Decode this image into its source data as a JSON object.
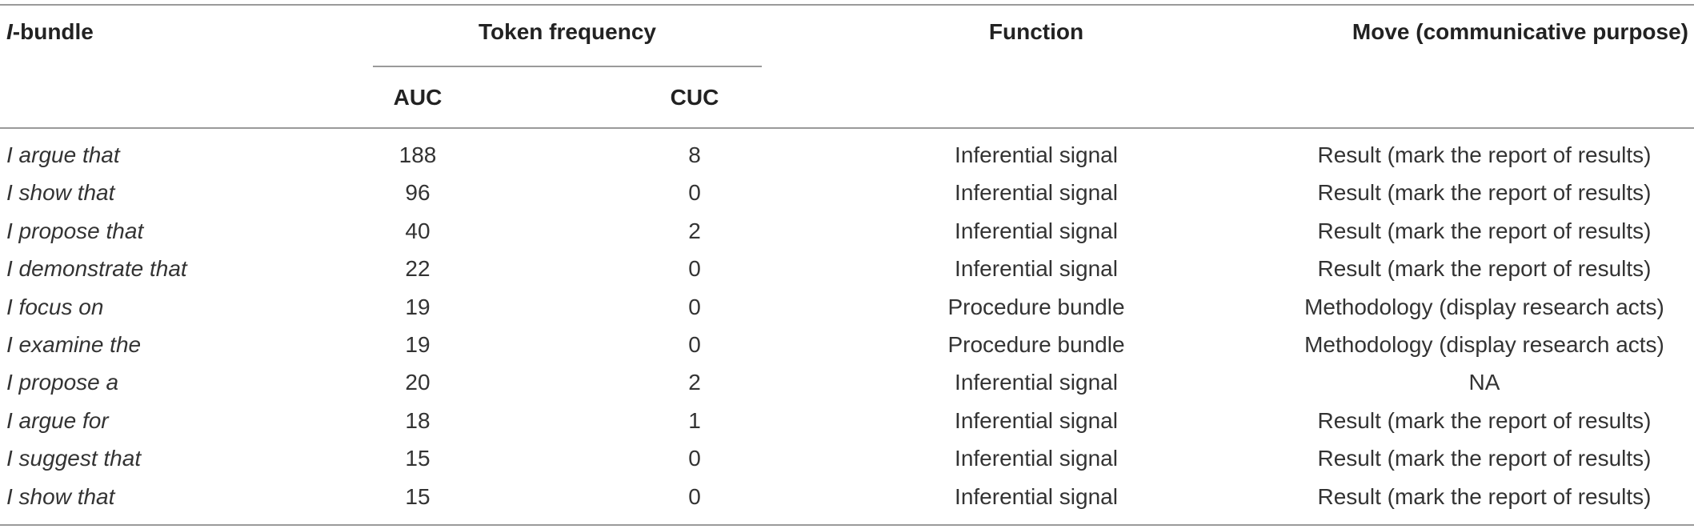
{
  "header": {
    "bundle_italic": "I",
    "bundle_rest": "-bundle",
    "token_frequency": "Token frequency",
    "auc": "AUC",
    "cuc": "CUC",
    "function": "Function",
    "move": "Move (communicative purpose)"
  },
  "rows": [
    {
      "bundle": "I argue that",
      "auc": "188",
      "cuc": "8",
      "function": "Inferential signal",
      "move": "Result (mark the report of results)"
    },
    {
      "bundle": "I show that",
      "auc": "96",
      "cuc": "0",
      "function": "Inferential signal",
      "move": "Result (mark the report of results)"
    },
    {
      "bundle": "I propose that",
      "auc": "40",
      "cuc": "2",
      "function": "Inferential signal",
      "move": "Result (mark the report of results)"
    },
    {
      "bundle": "I demonstrate that",
      "auc": "22",
      "cuc": "0",
      "function": "Inferential signal",
      "move": "Result (mark the report of results)"
    },
    {
      "bundle": "I focus on",
      "auc": "19",
      "cuc": "0",
      "function": "Procedure bundle",
      "move": "Methodology (display research acts)"
    },
    {
      "bundle": "I examine the",
      "auc": "19",
      "cuc": "0",
      "function": "Procedure bundle",
      "move": "Methodology (display research acts)"
    },
    {
      "bundle": "I propose a",
      "auc": "20",
      "cuc": "2",
      "function": "Inferential signal",
      "move": "NA"
    },
    {
      "bundle": "I argue for",
      "auc": "18",
      "cuc": "1",
      "function": "Inferential signal",
      "move": "Result (mark the report of results)"
    },
    {
      "bundle": "I suggest that",
      "auc": "15",
      "cuc": "0",
      "function": "Inferential signal",
      "move": "Result (mark the report of results)"
    },
    {
      "bundle": "I show that",
      "auc": "15",
      "cuc": "0",
      "function": "Inferential signal",
      "move": "Result (mark the report of results)"
    }
  ]
}
